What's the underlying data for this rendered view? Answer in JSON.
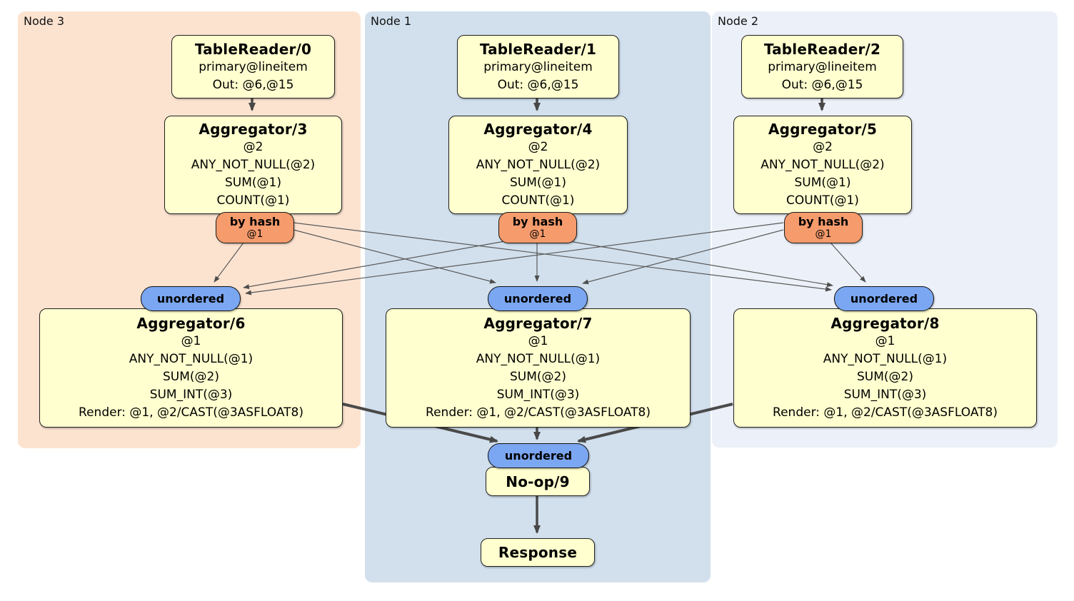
{
  "regions": {
    "node3": {
      "label": "Node 3"
    },
    "node1": {
      "label": "Node 1"
    },
    "node2": {
      "label": "Node 2"
    }
  },
  "processors": {
    "tablereader0": {
      "title": "TableReader/0",
      "lines": [
        "primary@lineitem",
        "Out: @6,@15"
      ]
    },
    "tablereader1": {
      "title": "TableReader/1",
      "lines": [
        "primary@lineitem",
        "Out: @6,@15"
      ]
    },
    "tablereader2": {
      "title": "TableReader/2",
      "lines": [
        "primary@lineitem",
        "Out: @6,@15"
      ]
    },
    "aggregator3": {
      "title": "Aggregator/3",
      "lines": [
        "@2",
        "ANY_NOT_NULL(@2)",
        "SUM(@1)",
        "COUNT(@1)"
      ]
    },
    "aggregator4": {
      "title": "Aggregator/4",
      "lines": [
        "@2",
        "ANY_NOT_NULL(@2)",
        "SUM(@1)",
        "COUNT(@1)"
      ]
    },
    "aggregator5": {
      "title": "Aggregator/5",
      "lines": [
        "@2",
        "ANY_NOT_NULL(@2)",
        "SUM(@1)",
        "COUNT(@1)"
      ]
    },
    "aggregator6": {
      "title": "Aggregator/6",
      "lines": [
        "@1",
        "ANY_NOT_NULL(@1)",
        "SUM(@2)",
        "SUM_INT(@3)",
        "Render: @1, @2/CAST(@3ASFLOAT8)"
      ]
    },
    "aggregator7": {
      "title": "Aggregator/7",
      "lines": [
        "@1",
        "ANY_NOT_NULL(@1)",
        "SUM(@2)",
        "SUM_INT(@3)",
        "Render: @1, @2/CAST(@3ASFLOAT8)"
      ]
    },
    "aggregator8": {
      "title": "Aggregator/8",
      "lines": [
        "@1",
        "ANY_NOT_NULL(@1)",
        "SUM(@2)",
        "SUM_INT(@3)",
        "Render: @1, @2/CAST(@3ASFLOAT8)"
      ]
    },
    "noop9": {
      "title": "No-op/9"
    },
    "response": {
      "title": "Response"
    }
  },
  "routers": {
    "hash_node3": {
      "label": "by hash",
      "detail": "@1"
    },
    "hash_node1": {
      "label": "by hash",
      "detail": "@1"
    },
    "hash_node2": {
      "label": "by hash",
      "detail": "@1"
    }
  },
  "synchronizers": {
    "unordered_node3": {
      "label": "unordered"
    },
    "unordered_node1": {
      "label": "unordered"
    },
    "unordered_node2": {
      "label": "unordered"
    },
    "unordered_noop": {
      "label": "unordered"
    }
  },
  "colors": {
    "node3_bg": "#fce3d0",
    "node1_bg": "#d2e0ed",
    "node2_bg": "#ecf0f8",
    "processor_fill": "#ffffcf",
    "router_fill": "#f59b6c",
    "synchronizer_fill": "#7ba6f1",
    "edge": "#4a4a4a"
  }
}
